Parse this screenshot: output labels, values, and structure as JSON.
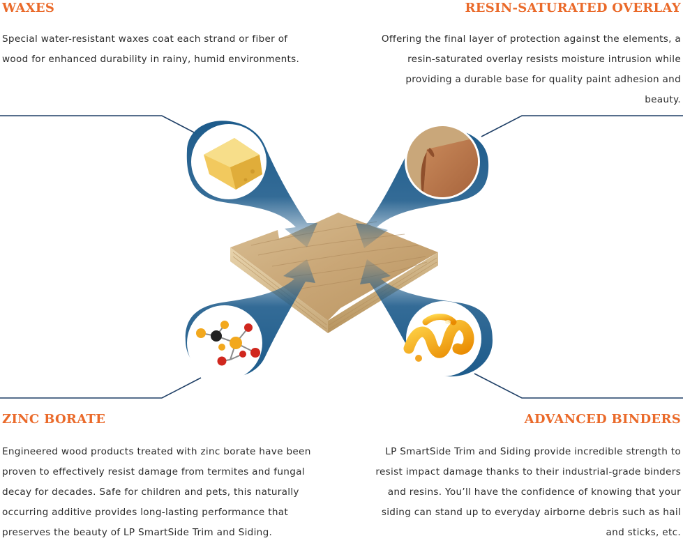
{
  "sections": {
    "waxes": {
      "title": "WAXES",
      "body": "Special water-resistant waxes coat each strand or fiber of wood for enhanced durability in rainy, humid environments."
    },
    "overlay": {
      "title": "RESIN-SATURATED OVERLAY",
      "body": "Offering the final layer of protection against the elements, a resin-saturated overlay resists moisture intrusion while providing a durable base for quality paint adhesion and beauty."
    },
    "zinc": {
      "title": "ZINC BORATE",
      "body": "Engineered wood products treated with zinc borate have been proven to effectively resist damage from termites and fungal decay for decades. Safe for children and pets, this naturally occurring additive provides long-lasting performance that preserves the beauty of LP SmartSide Trim and Siding."
    },
    "binders": {
      "title": "ADVANCED BINDERS",
      "body": "LP SmartSide Trim and Siding provide incredible strength to resist impact damage thanks to their industrial-grade binders and resins. You’ll have the confidence of knowing that your siding can stand up to everyday airborne debris such as hail and sticks, etc."
    },
    "colors": {
      "heading": "#ea6a2a",
      "arrow": "#1d5b8b",
      "line": "#1f3f66"
    }
  }
}
